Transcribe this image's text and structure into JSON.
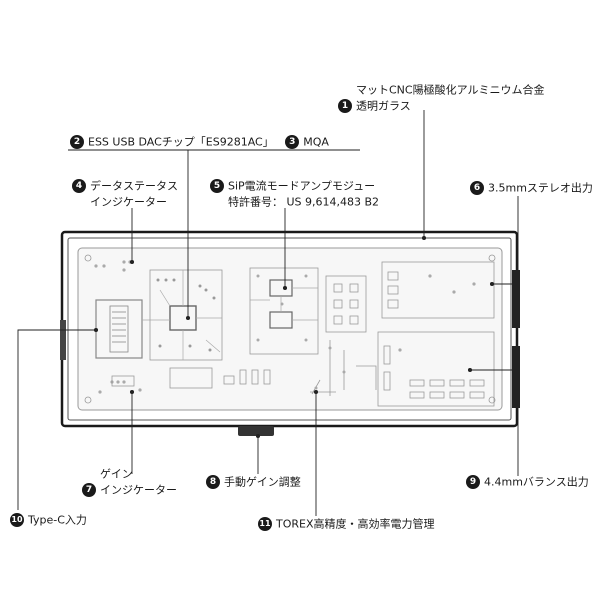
{
  "callouts": [
    {
      "number": "1",
      "lines": [
        "マットCNC陽極酸化アルミニウム合金",
        "透明ガラス"
      ]
    },
    {
      "number": "2",
      "text": "ESS USB DACチップ「ES9281AC」"
    },
    {
      "number": "3",
      "text": "MQA"
    },
    {
      "number": "4",
      "lines": [
        "データステータス",
        "インジケーター"
      ]
    },
    {
      "number": "5",
      "lines": [
        "SiP電流モードアンプモジュー",
        "特許番号： US 9,614,483 B2"
      ]
    },
    {
      "number": "6",
      "text": "3.5mmステレオ出力"
    },
    {
      "number": "7",
      "lines": [
        "ゲイン",
        "インジケーター"
      ]
    },
    {
      "number": "8",
      "text": "手動ゲイン調整"
    },
    {
      "number": "9",
      "text": "4.4mmバランス出力"
    },
    {
      "number": "10",
      "text": "Type-C入力"
    },
    {
      "number": "11",
      "text": "TOREX高精度・高効率電力管理"
    }
  ],
  "colors": {
    "ink": "#1a1a1a",
    "board": "#f7f7f7",
    "trace": "#9a9a9a",
    "leader": "#222222"
  }
}
